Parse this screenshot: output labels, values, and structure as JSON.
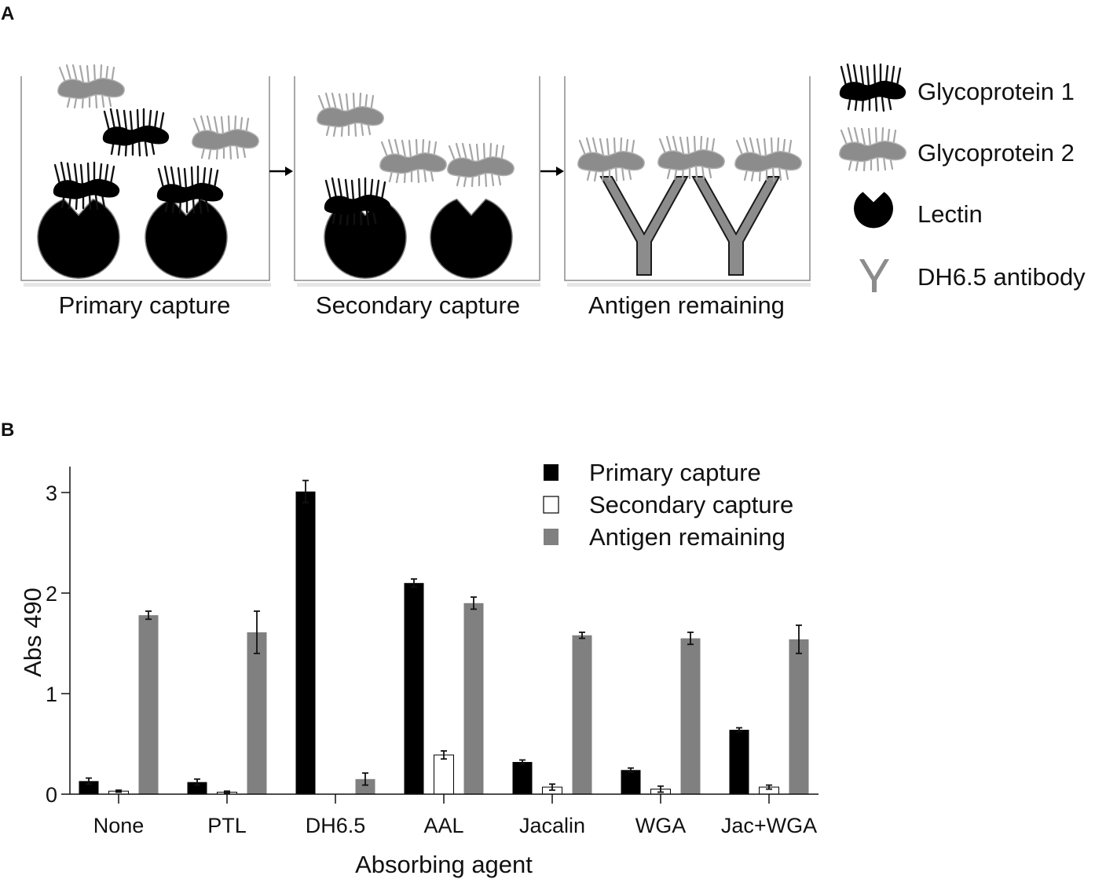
{
  "panel_a": {
    "label": "A",
    "steps": [
      {
        "caption": "Primary capture"
      },
      {
        "caption": "Secondary capture"
      },
      {
        "caption": "Antigen remaining"
      }
    ],
    "legend": [
      {
        "label": "Glycoprotein 1",
        "icon": "glycoprotein-1-icon"
      },
      {
        "label": "Glycoprotein 2",
        "icon": "glycoprotein-2-icon"
      },
      {
        "label": "Lectin",
        "icon": "lectin-icon"
      },
      {
        "label": "DH6.5 antibody",
        "icon": "antibody-icon"
      }
    ],
    "colors": {
      "glycoprotein_1": "#000000",
      "glycoprotein_2": "#8c8c8c",
      "lectin": "#000000",
      "antibody": "#8c8c8c"
    }
  },
  "panel_b": {
    "label": "B"
  },
  "chart_data": {
    "type": "bar",
    "title": "",
    "xlabel": "Absorbing agent",
    "ylabel": "Abs 490",
    "ylim": [
      0,
      3.25
    ],
    "yticks": [
      0,
      1,
      2,
      3
    ],
    "grid": false,
    "legend_position": "top-right",
    "categories": [
      "None",
      "PTL",
      "DH6.5",
      "AAL",
      "Jacalin",
      "WGA",
      "Jac+WGA"
    ],
    "series": [
      {
        "name": "Primary capture",
        "color": "#000000",
        "values": [
          0.13,
          0.12,
          3.01,
          2.1,
          0.32,
          0.24,
          0.64
        ],
        "errors": [
          0.03,
          0.03,
          0.11,
          0.04,
          0.02,
          0.02,
          0.02
        ]
      },
      {
        "name": "Secondary capture",
        "color": "#ffffff",
        "values": [
          0.03,
          0.02,
          0.0,
          0.39,
          0.07,
          0.05,
          0.07
        ],
        "errors": [
          0.01,
          0.01,
          0.0,
          0.04,
          0.03,
          0.03,
          0.02
        ]
      },
      {
        "name": "Antigen remaining",
        "color": "#808080",
        "values": [
          1.78,
          1.61,
          0.15,
          1.9,
          1.58,
          1.55,
          1.54
        ],
        "errors": [
          0.04,
          0.21,
          0.06,
          0.06,
          0.03,
          0.06,
          0.14
        ]
      }
    ]
  }
}
